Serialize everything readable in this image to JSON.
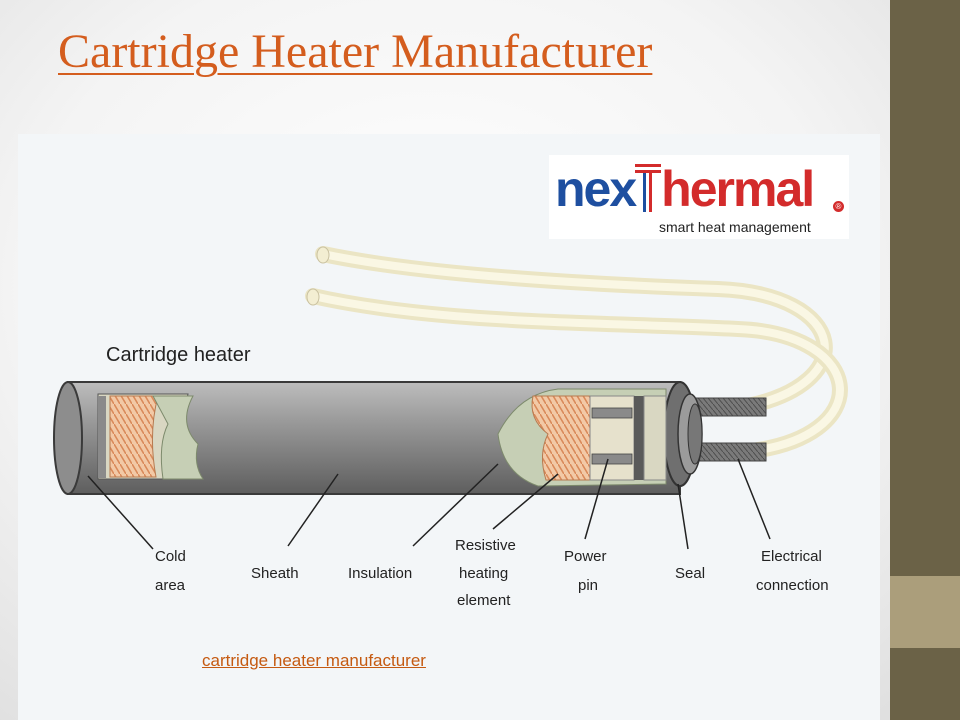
{
  "slide": {
    "title": "Cartridge Heater Manufacturer",
    "link_text": "cartridge heater manufacturer"
  },
  "logo": {
    "brand_part1": "nex",
    "brand_part2": "hermal",
    "registered_mark": "®",
    "tagline": "smart heat management"
  },
  "diagram": {
    "heading": "Cartridge heater",
    "labels": {
      "cold_area": [
        "Cold",
        "area"
      ],
      "sheath": "Sheath",
      "insulation": "Insulation",
      "resistive_heating_element": [
        "Resistive",
        "heating",
        "element"
      ],
      "power_pin": [
        "Power",
        "pin"
      ],
      "seal": "Seal",
      "electrical_connection": [
        "Electrical",
        "connection"
      ]
    }
  },
  "colors": {
    "title_orange": "#d45d1e",
    "side_strip": "#6b6247",
    "side_accent": "#ab9e7b",
    "logo_blue": "#1e4fa0",
    "logo_red": "#d32b2b"
  }
}
